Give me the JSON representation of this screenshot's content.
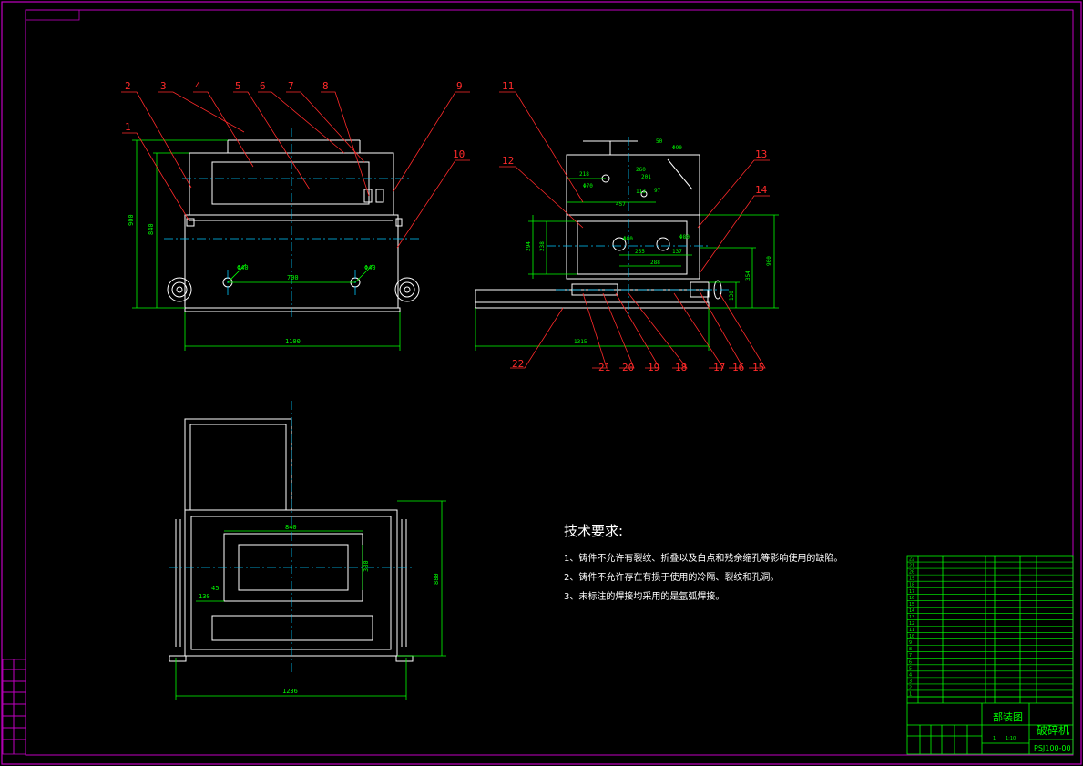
{
  "colors": {
    "background": "#000000",
    "border": "#c000c0",
    "outline": "#ffffff",
    "dimension": "#00ff00",
    "centerline": "#00c8ff",
    "leader": "#ff2a2a"
  },
  "front_view": {
    "balloons": [
      "1",
      "2",
      "3",
      "4",
      "5",
      "6",
      "7",
      "8",
      "9",
      "10"
    ],
    "dims": {
      "height_outer": "900",
      "height_inner": "840",
      "width": "1100",
      "hole_span": "700",
      "hole_left": "Φ40",
      "hole_right": "Φ40"
    }
  },
  "side_view": {
    "balloons_top": [
      "11",
      "12",
      "13",
      "14"
    ],
    "balloons_bottom": [
      "22",
      "21",
      "20",
      "19",
      "18",
      "17",
      "16",
      "15"
    ],
    "dims": {
      "total_width": "1315",
      "total_height": "900",
      "lower_height": "354",
      "base_height": "130",
      "left_height": "294",
      "left_inner": "238",
      "d1": "Φ80",
      "d2": "Φ80",
      "span1": "255",
      "span2": "288",
      "span3": "137",
      "top_w": "218",
      "top_w2": "457",
      "r1": "Φ70",
      "top_right": "50",
      "s113": "113",
      "s97": "97",
      "s260": "260",
      "s201": "201",
      "s90": "Φ90"
    }
  },
  "top_view": {
    "dims": {
      "width": "1236",
      "inner": "840",
      "opening": "380",
      "depth": "880",
      "offset": "130",
      "angle": "45"
    }
  },
  "notes": {
    "title": "技术要求:",
    "lines": [
      "1、铸件不允许有裂纹、折叠以及白点和残余缩孔等影响使用的缺陷。",
      "2、铸件不允许存在有损于使用的冷隔、裂纹和孔洞。",
      "3、未标注的焊接均采用的是氩弧焊接。"
    ]
  },
  "title_block": {
    "drawing_type": "部装图",
    "part_name": "破碎机",
    "drawing_no": "PSJ100-00",
    "scale": "1:10",
    "quantity": "1",
    "bom_rows": [
      "22",
      "21",
      "20",
      "19",
      "18",
      "17",
      "16",
      "15",
      "14",
      "13",
      "12",
      "11",
      "10",
      "9",
      "8",
      "7",
      "6",
      "5",
      "4",
      "3",
      "2",
      "1"
    ]
  }
}
